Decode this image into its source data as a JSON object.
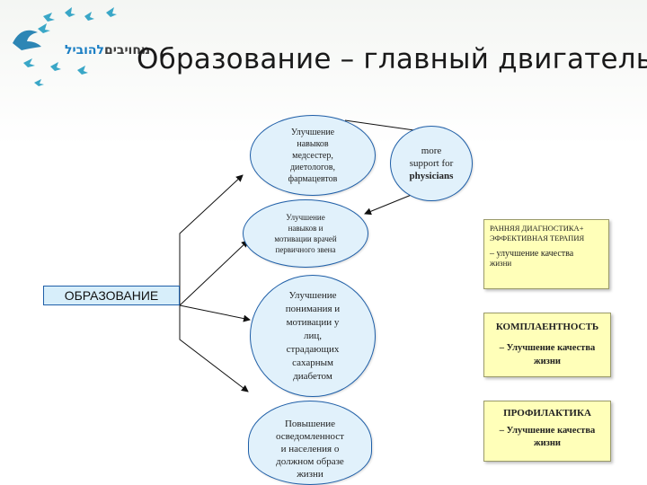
{
  "logo": {
    "text_part_a": "להוביל",
    "text_part_b": "מחויבים",
    "bird_color": "#3aa7c7"
  },
  "slide": {
    "title": "Образование – главный двигатель"
  },
  "education_box": {
    "label": "ОБРАЗОВАНИЕ"
  },
  "nodes": {
    "nurses": [
      "Улучшение",
      "навыков",
      "медсестер,",
      "диетологов,",
      "фармацевтов"
    ],
    "physicians_support": [
      "more",
      "support for",
      "physicians"
    ],
    "primary_doctors": [
      "Улучшение",
      "навыков и",
      "мотивации врачей",
      "первичного звена"
    ],
    "patients": [
      "Улучшение",
      "понимания и",
      "мотивации у",
      "лиц,",
      "страдающих",
      "сахарным",
      "диабетом"
    ],
    "population": [
      "Повышение",
      "осведомленност",
      "и населения о",
      "должном образе",
      "жизни"
    ]
  },
  "outcomes": {
    "early_diagnosis": {
      "heading": [
        "РАННЯЯ ДИАГНОСТИКА+",
        "ЭФФЕКТИВНАЯ ТЕРАПИЯ"
      ],
      "sub": [
        "– улучшение качества",
        "жизни"
      ]
    },
    "compliance": {
      "heading": "КОМПЛАЕНТНОСТЬ",
      "sub": [
        "– Улучшение качества",
        "жизни"
      ]
    },
    "prevention": {
      "heading": "ПРОФИЛАКТИКА",
      "sub": [
        "– Улучшение качества",
        "жизни"
      ]
    }
  },
  "colors": {
    "ellipse_fill": "#e1f1fb",
    "ellipse_stroke": "#1f5fa8",
    "box_fill": "#ffffb9"
  }
}
